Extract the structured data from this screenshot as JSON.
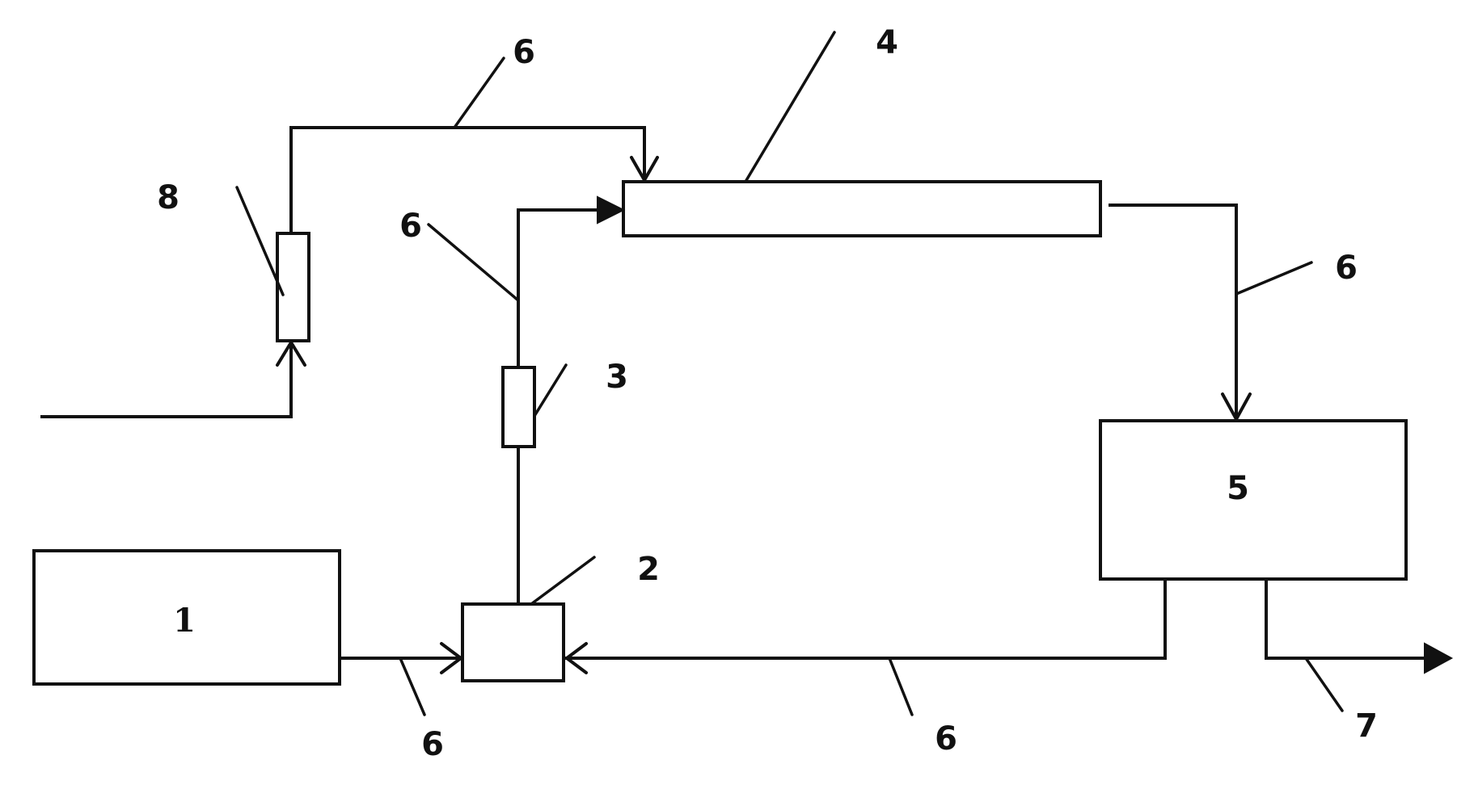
{
  "diagram": {
    "components": {
      "box_1": "1",
      "box_2": "2",
      "box_3": "3",
      "box_4": "4",
      "box_5": "5",
      "box_8": "8"
    },
    "line_labels": {
      "pipe_top_left": "6",
      "pipe_left_mid": "6",
      "pipe_right": "6",
      "pipe_bottom_left": "6",
      "pipe_bottom_mid": "6",
      "outlet": "7"
    }
  }
}
